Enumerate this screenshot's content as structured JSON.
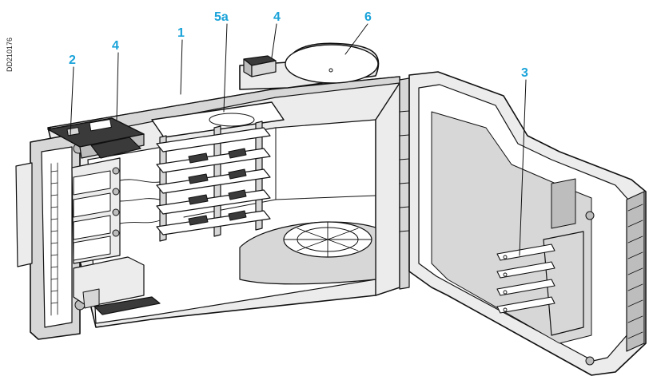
{
  "figure": {
    "reference_code": "DD210176",
    "callouts": {
      "c1": "1",
      "c2": "2",
      "c3": "3",
      "c4a": "4",
      "c4b": "4",
      "c5a": "5a",
      "c6": "6"
    }
  },
  "colors": {
    "callout": "#1aa3d9",
    "outline": "#111111",
    "body": "#ffffff",
    "shade": "#d7d7d7",
    "dark": "#3a3a3a"
  }
}
